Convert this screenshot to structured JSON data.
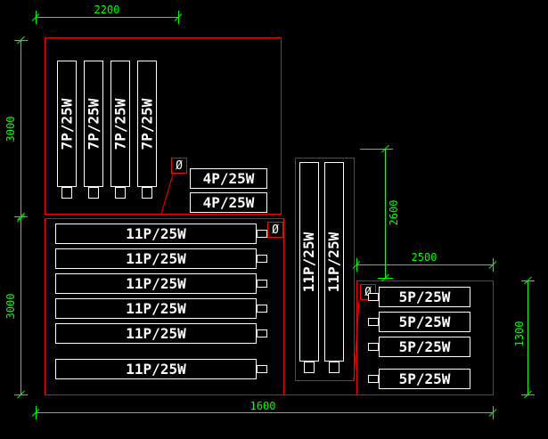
{
  "canvas": {
    "background": "#000000",
    "outline_color": "#ff0000",
    "dimension_color": "#00ff00",
    "unit_color": "#ffffff"
  },
  "dimensions": {
    "top_width": "2200",
    "left_upper_height": "3000",
    "left_lower_height": "3000",
    "center_height": "2600",
    "right_width": "2500",
    "right_height": "1300",
    "bottom_width": "1600"
  },
  "symbols": {
    "distribution_point": "Ø"
  },
  "units": {
    "top_left": [
      "7P/25W",
      "7P/25W",
      "7P/25W",
      "7P/25W"
    ],
    "top_right": [
      "4P/25W",
      "4P/25W"
    ],
    "bottom_left": [
      "11P/25W",
      "11P/25W",
      "11P/25W",
      "11P/25W",
      "11P/25W",
      "11P/25W"
    ],
    "center": [
      "11P/25W",
      "11P/25W"
    ],
    "right": [
      "5P/25W",
      "5P/25W",
      "5P/25W",
      "5P/25W"
    ]
  }
}
